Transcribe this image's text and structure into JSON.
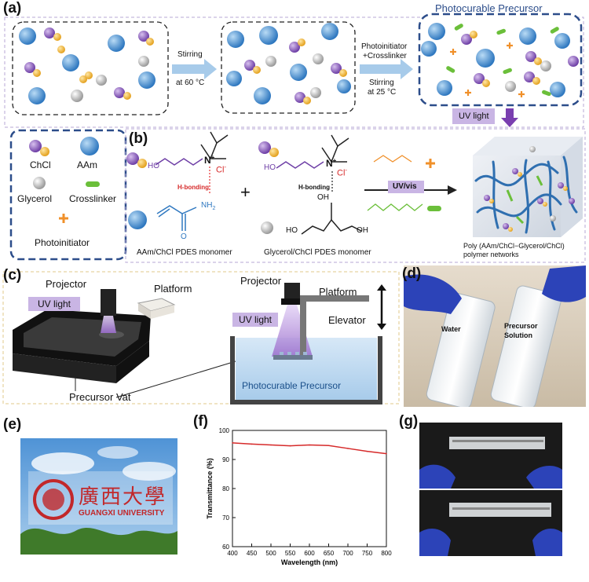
{
  "panel_a": {
    "label": "(a)",
    "arrow1": {
      "line1": "Stirring",
      "line2": "at 60 °C"
    },
    "arrow2": {
      "line1": "Photoinitiator",
      "line2": "+Crosslinker",
      "line3": "Stirring",
      "line4": "at 25 °C"
    },
    "precursor_title": "Photocurable Precursor",
    "uv_label": "UV light",
    "legend": {
      "chcl": "ChCl",
      "aam": "AAm",
      "glycerol": "Glycerol",
      "crosslinker": "Crosslinker",
      "photoinitiator": "Photoinitiator"
    },
    "colors": {
      "aam": "#4f97d6",
      "chcl": "#8a5bbf",
      "cl": "#f0b93a",
      "glycerol": "#d8d8d8",
      "crosslinker": "#6bbf3a",
      "photoinitiator": "#f0902a",
      "frame": "#2c4d8a"
    }
  },
  "panel_b": {
    "label": "(b)",
    "cl_label": "Cl",
    "cl_sup": "-",
    "n_label": "N",
    "n_sup": "+",
    "ho": "HO",
    "oh": "OH",
    "nh2": "NH",
    "nh2_sub": "2",
    "o": "O",
    "hbond": "H-bonding",
    "hbond2": "H-bonding",
    "plus": "+",
    "uv": "UV/vis",
    "monomer1": "AAm/ChCl PDES monomer",
    "monomer2": "Glycerol/ChCl PDES monomer",
    "product_line1": "Poly (AAm/ChCl−Glycerol/ChCl)",
    "product_line2": "polymer networks"
  },
  "panel_c": {
    "label": "(c)",
    "projector": "Projector",
    "uv_light": "UV light",
    "platform": "Platform",
    "vat": "Precursor Vat",
    "projector2": "Projector",
    "platform2": "Platform",
    "elevator": "Elevator",
    "uv_light2": "UV light",
    "precursor": "Photocurable Precursor"
  },
  "panel_d": {
    "label": "(d)",
    "water": "Water",
    "precursor_l1": "Precursor",
    "precursor_l2": "Solution"
  },
  "panel_e": {
    "label": "(e)",
    "university": "GUANGXI UNIVERSITY",
    "chinese": "廣西大學"
  },
  "panel_f": {
    "label": "(f)"
  },
  "panel_g": {
    "label": "(g)"
  },
  "chart_data": {
    "type": "line",
    "xlabel": "Wavelength (nm)",
    "ylabel": "Transmittance (%)",
    "xlim": [
      400,
      800
    ],
    "ylim": [
      60,
      100
    ],
    "xticks": [
      400,
      450,
      500,
      550,
      600,
      650,
      700,
      750,
      800
    ],
    "yticks": [
      60,
      70,
      80,
      90,
      100
    ],
    "grid": false,
    "series": [
      {
        "color": "#d62a2a",
        "x": [
          400,
          450,
          500,
          550,
          600,
          650,
          700,
          750,
          800
        ],
        "y": [
          95.7,
          95.3,
          95.0,
          94.7,
          95.0,
          94.8,
          93.8,
          92.8,
          92.0
        ]
      }
    ]
  }
}
